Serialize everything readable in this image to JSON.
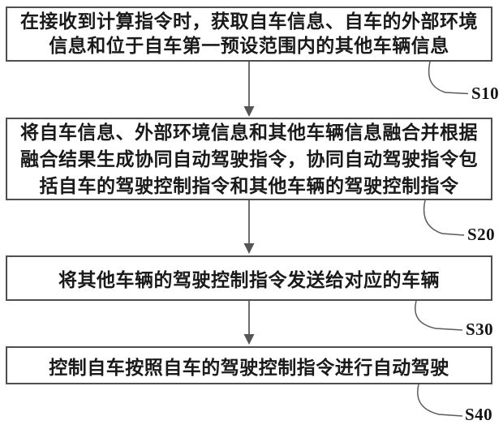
{
  "figure": {
    "type": "flowchart",
    "steps": [
      {
        "label": "S10",
        "lines": [
          "在接收到计算指令时，获取自车信息、自车的外部环境",
          "信息和位于自车第一预设范围内的其他车辆信息"
        ]
      },
      {
        "label": "S20",
        "lines": [
          "将自车信息、外部环境信息和其他车辆信息融合并根据",
          "融合结果生成协同自动驾驶指令，协同自动驾驶指令包",
          "括自车的驾驶控制指令和其他车辆的驾驶控制指令"
        ]
      },
      {
        "label": "S30",
        "lines": [
          "将其他车辆的驾驶控制指令发送给对应的车辆"
        ]
      },
      {
        "label": "S40",
        "lines": [
          "控制自车按照自车的驾驶控制指令进行自动驾驶"
        ]
      }
    ],
    "colors": {
      "background": "#ffffff",
      "box_border": "#4f4f4f",
      "text": "#1a1a1a",
      "connector": "#555555"
    }
  }
}
